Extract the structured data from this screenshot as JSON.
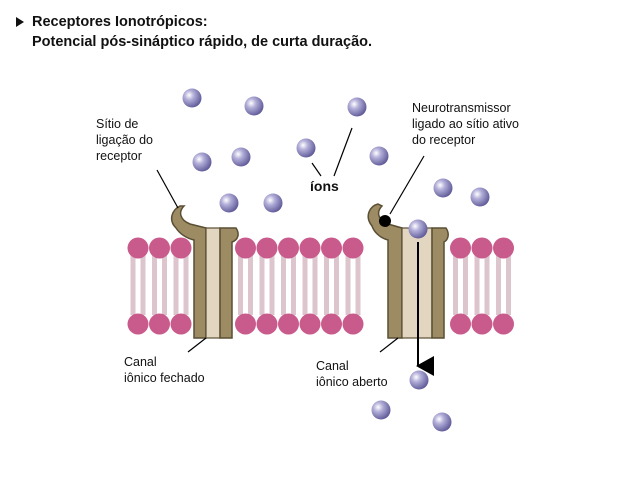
{
  "title": {
    "line1": "Receptores Ionotrópicos:",
    "line2": "Potencial pós-sináptico rápido, de curta duração."
  },
  "labels": {
    "binding_site": [
      "Sítio de",
      "ligação do",
      "receptor"
    ],
    "neurotransmitter": [
      "Neurotransmissor",
      "ligado ao sítio ativo",
      "do receptor"
    ],
    "ions": "íons",
    "closed_channel": [
      "Canal",
      "iônico fechado"
    ],
    "open_channel": [
      "Canal",
      "iônico aberto"
    ]
  },
  "colors": {
    "lipid_head": "#c95a8c",
    "lipid_tail": "#dcc5cc",
    "channel_protein": "#9c8b63",
    "channel_outline": "#5a4f34",
    "channel_pore": "#e3d6c1",
    "ion": "#8b86be",
    "neurotransmitter": "#000000"
  }
}
